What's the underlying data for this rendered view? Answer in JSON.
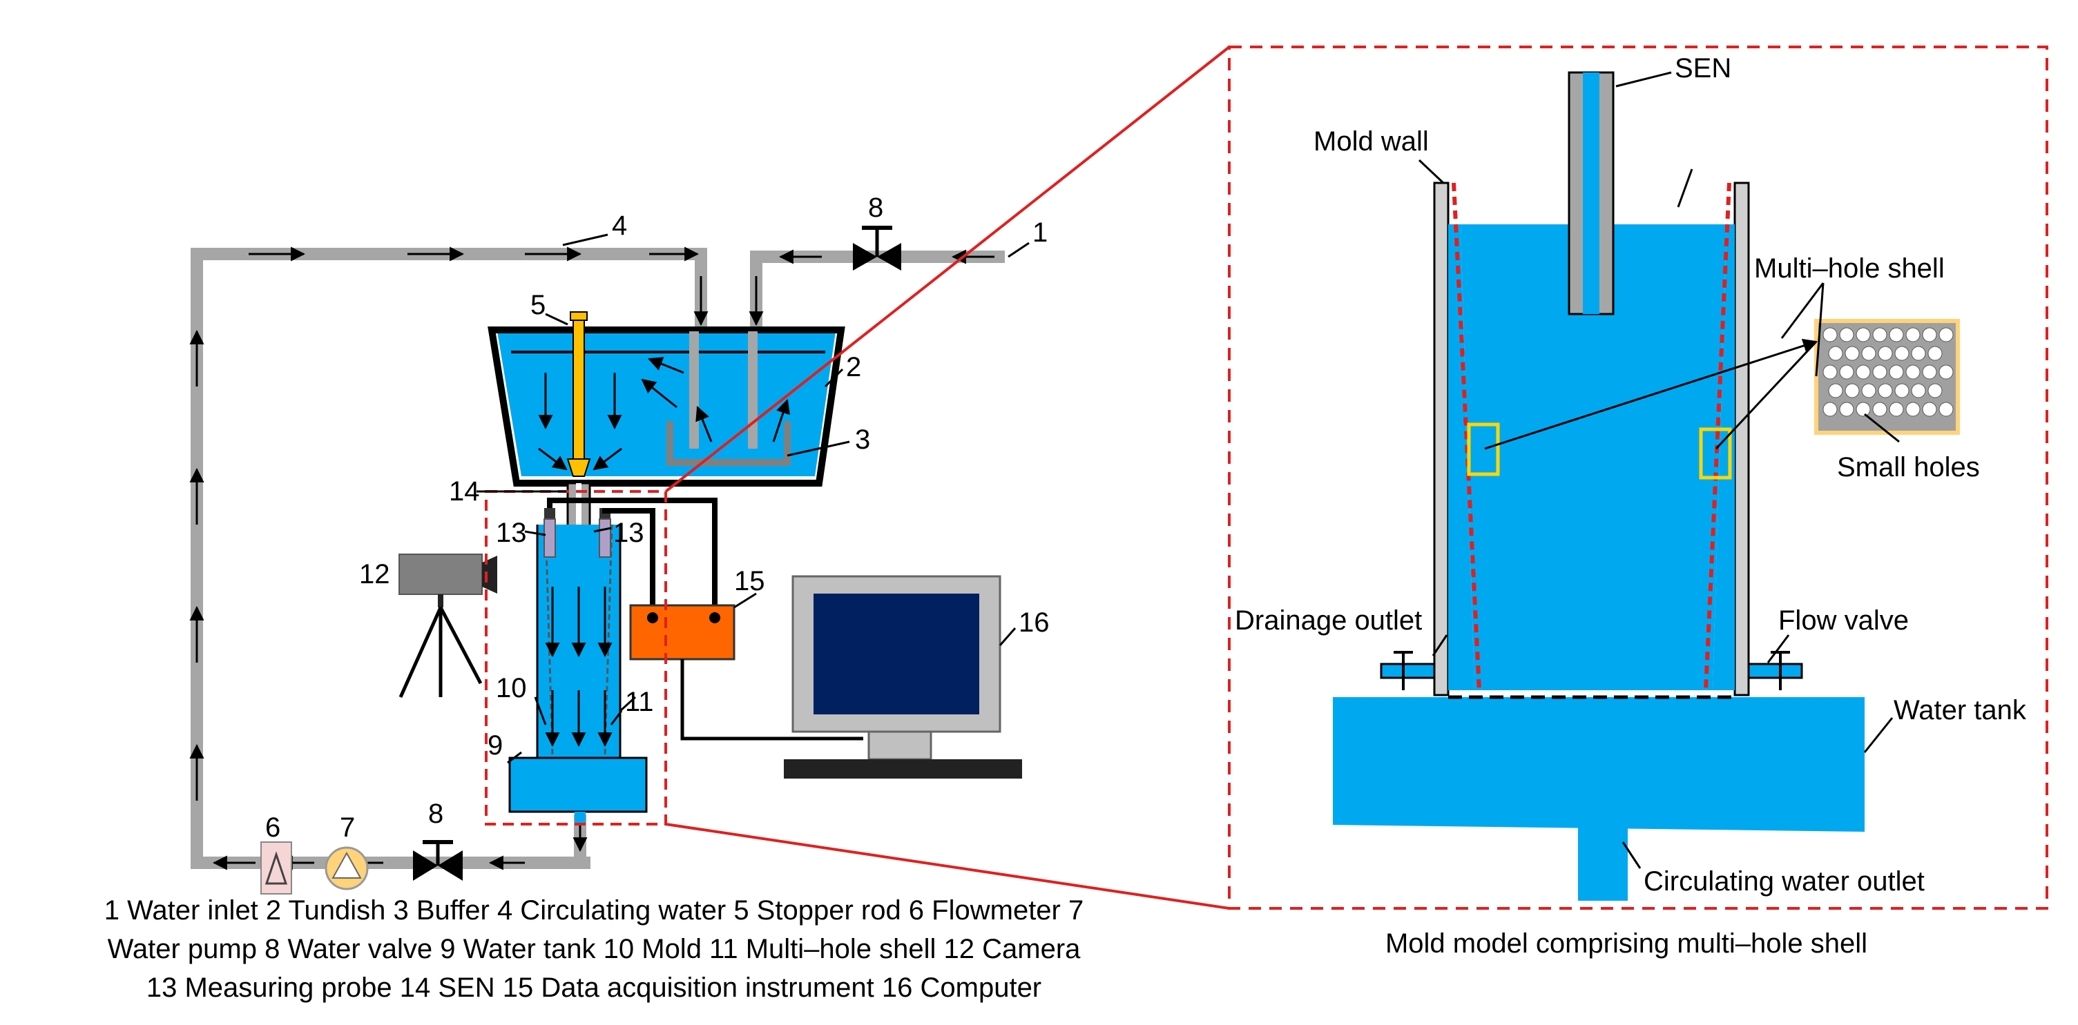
{
  "numbers": {
    "n1": "1",
    "n2": "2",
    "n3": "3",
    "n4": "4",
    "n5": "5",
    "n6": "6",
    "n7": "7",
    "n8a": "8",
    "n8b": "8",
    "n9": "9",
    "n10": "10",
    "n11": "11",
    "n12": "12",
    "n13a": "13",
    "n13b": "13",
    "n14": "14",
    "n15": "15",
    "n16": "16"
  },
  "legend": {
    "line1": "1 Water inlet 2 Tundish 3 Buffer 4 Circulating water 5 Stopper rod 6 Flowmeter 7",
    "line2": "Water pump 8 Water valve 9 Water tank 10 Mold 11 Multi–hole shell 12 Camera",
    "line3": "13 Measuring probe 14 SEN 15 Data acquisition instrument 16 Computer"
  },
  "detail": {
    "sen": "SEN",
    "mold_wall": "Mold wall",
    "multi_hole_shell": "Multi–hole shell",
    "small_holes": "Small holes",
    "drainage_outlet": "Drainage outlet",
    "flow_valve": "Flow valve",
    "water_tank": "Water tank",
    "circulating_water_outlet": "Circulating water outlet",
    "caption": "Mold model comprising multi–hole shell"
  },
  "colors": {
    "water": "#00A8F0",
    "pipe": "#A6A6A6",
    "stopper": "#FFC000",
    "instrument": "#FF6600",
    "screen": "#002060",
    "callout": "#E02020",
    "highlight": "#FFD700"
  }
}
